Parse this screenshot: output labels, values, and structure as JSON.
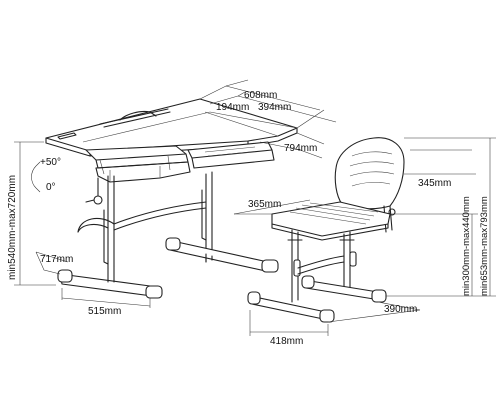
{
  "dimensions": {
    "desk_width": "608mm",
    "desk_tilt_section": "194mm",
    "desk_flat_section": "394mm",
    "desk_depth": "794mm",
    "tilt_max": "+50°",
    "tilt_min": "0°",
    "desk_height_range": "min540mm-max720mm",
    "desk_base_depth": "717mm",
    "desk_base_width": "515mm",
    "seat_width": "365mm",
    "backrest_depth": "345mm",
    "seat_height_range": "min300mm-max440mm",
    "chair_total_height_range": "min653mm-max793mm",
    "chair_base_depth": "390mm",
    "chair_base_width": "418mm"
  }
}
